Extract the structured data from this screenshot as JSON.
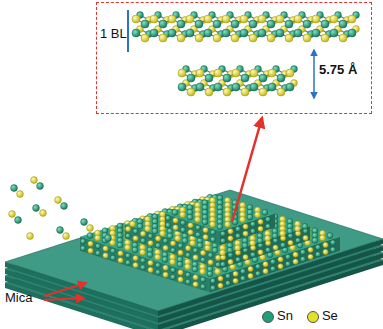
{
  "diagram": {
    "nodes": [
      {
        "text": [
          "1 BL",
          "5.75 Å"
        ]
      }
    ],
    "labels": [
      "Mica"
    ],
    "legend": [
      {
        "text": "Sn",
        "color": "#1f9e78"
      },
      {
        "text": "Se",
        "color": "#e6df2a"
      }
    ]
  }
}
